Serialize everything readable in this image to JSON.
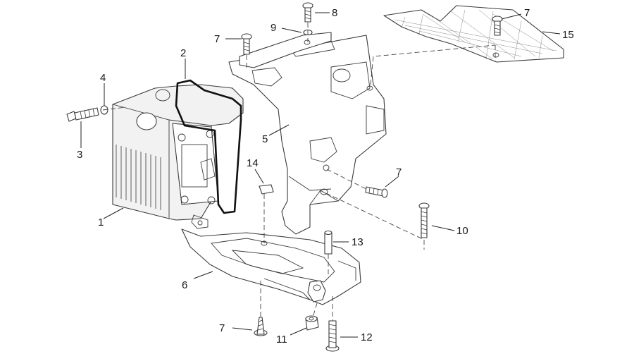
{
  "callouts": [
    {
      "id": "1",
      "label": "1"
    },
    {
      "id": "2",
      "label": "2"
    },
    {
      "id": "3",
      "label": "3"
    },
    {
      "id": "4",
      "label": "4"
    },
    {
      "id": "5",
      "label": "5"
    },
    {
      "id": "6",
      "label": "6"
    },
    {
      "id": "7a",
      "label": "7"
    },
    {
      "id": "7b",
      "label": "7"
    },
    {
      "id": "7c",
      "label": "7"
    },
    {
      "id": "7d",
      "label": "7"
    },
    {
      "id": "8",
      "label": "8"
    },
    {
      "id": "9",
      "label": "9"
    },
    {
      "id": "10",
      "label": "10"
    },
    {
      "id": "11",
      "label": "11"
    },
    {
      "id": "12",
      "label": "12"
    },
    {
      "id": "13",
      "label": "13"
    },
    {
      "id": "14",
      "label": "14"
    },
    {
      "id": "15",
      "label": "15"
    }
  ]
}
